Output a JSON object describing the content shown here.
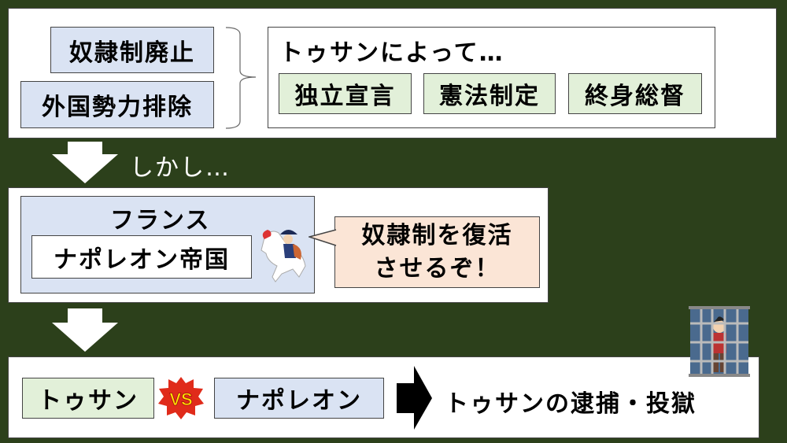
{
  "top": {
    "left_items": [
      "奴隷制廃止",
      "外国勢力排除"
    ],
    "right_title": "トゥサンによって…",
    "achievements": [
      "独立宣言",
      "憲法制定",
      "終身総督"
    ]
  },
  "transition_1": "しかし…",
  "middle": {
    "country": "フランス",
    "empire": "ナポレオン帝国",
    "speech": [
      "奴隷制を復活",
      "させるぞ！"
    ]
  },
  "bottom": {
    "left": "トゥサン",
    "vs": "VS",
    "right": "ナポレオン",
    "result": "トゥサンの逮捕・投獄"
  },
  "colors": {
    "background": "#2c401b",
    "blue_box": "#dae3f3",
    "green_box": "#e2f0d9",
    "speech": "#fbe5d6"
  }
}
